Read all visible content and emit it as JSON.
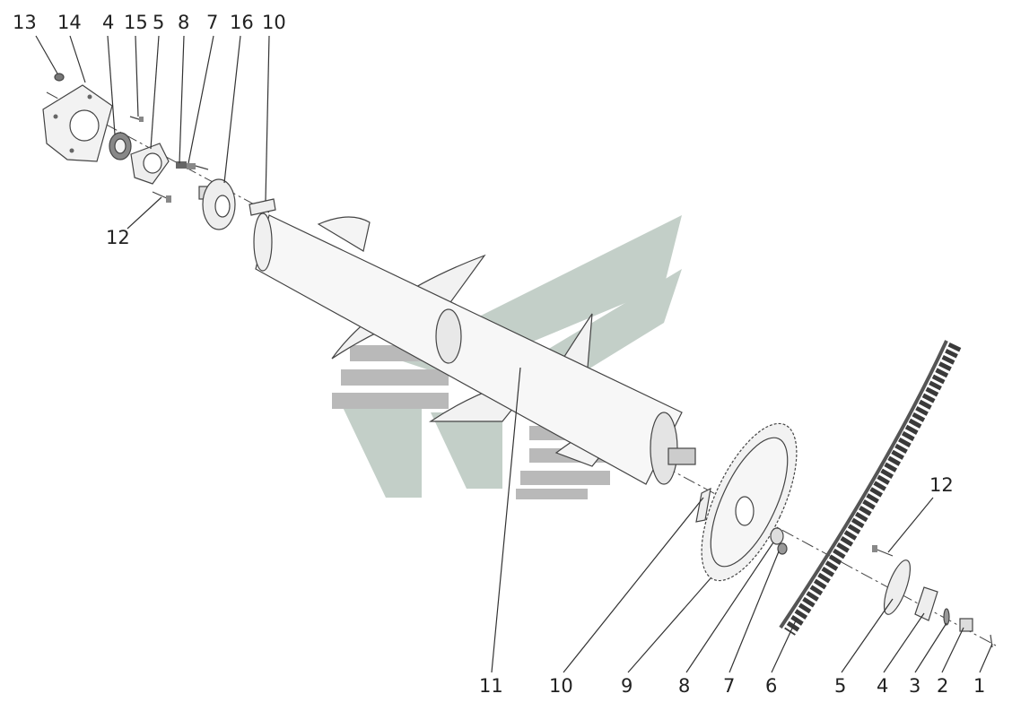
{
  "diagram": {
    "top_labels": [
      "13",
      "14",
      "4",
      "15",
      "5",
      "8",
      "7",
      "16",
      "10"
    ],
    "left_label": "12",
    "right_label": "12",
    "bottom_labels": [
      "11",
      "10",
      "9",
      "8",
      "7",
      "6",
      "5",
      "4",
      "3",
      "2",
      "1"
    ]
  },
  "colors": {
    "watermark_green": "#c3cfc8",
    "watermark_gray": "#b9b9b9",
    "part_fill": "#f2f2f2",
    "chain": "#3a3a3a"
  }
}
